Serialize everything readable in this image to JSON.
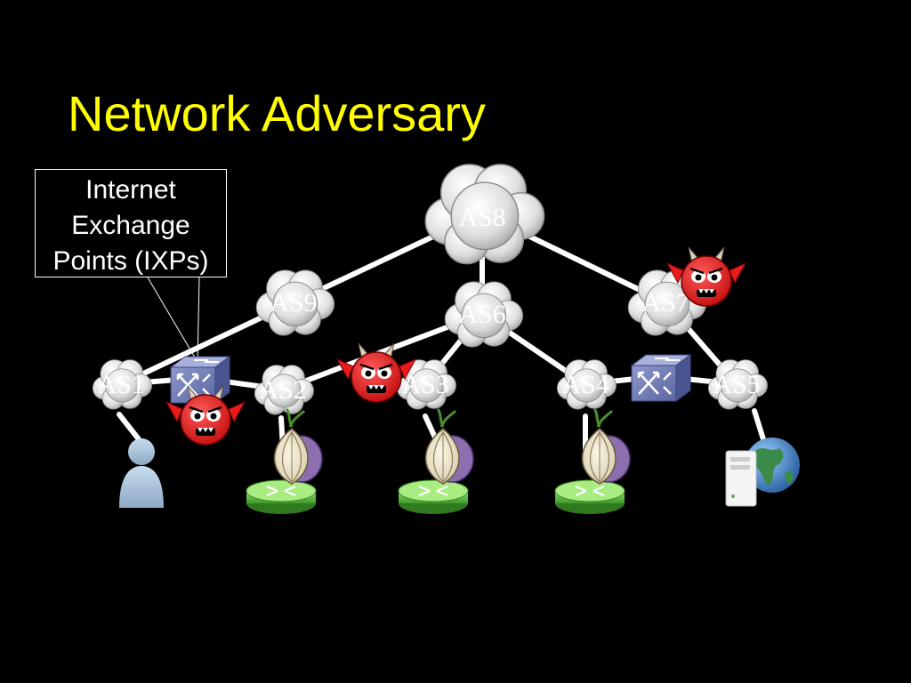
{
  "slide": {
    "title": "Network Adversary",
    "title_color": "#ffff00",
    "background": "#000000"
  },
  "callout": {
    "lines": [
      "Internet",
      "Exchange",
      "Points (IXPs)"
    ]
  },
  "autonomous_systems": [
    {
      "id": "as8",
      "label": "AS8"
    },
    {
      "id": "as9",
      "label": "AS9"
    },
    {
      "id": "as6",
      "label": "AS6"
    },
    {
      "id": "as7",
      "label": "AS7"
    },
    {
      "id": "as1",
      "label": "AS1"
    },
    {
      "id": "as2",
      "label": "AS2"
    },
    {
      "id": "as3",
      "label": "AS3"
    },
    {
      "id": "as4",
      "label": "AS4"
    },
    {
      "id": "as5",
      "label": "AS5"
    }
  ],
  "links": [
    [
      "as8",
      "as9"
    ],
    [
      "as8",
      "as6"
    ],
    [
      "as8",
      "as7"
    ],
    [
      "as9",
      "as1"
    ],
    [
      "as6",
      "as2"
    ],
    [
      "as6",
      "as3"
    ],
    [
      "as6",
      "as4"
    ],
    [
      "as7",
      "as5"
    ],
    [
      "as1",
      "ixp-1"
    ],
    [
      "ixp-1",
      "as2"
    ],
    [
      "as4",
      "ixp-2"
    ],
    [
      "ixp-2",
      "as5"
    ]
  ],
  "icons": {
    "cloud": "cloud-icon",
    "ixp_switch": "network-switch-icon",
    "adversary": "red-devil-icon",
    "tor_relay": "tor-onion-router-icon",
    "client": "user-icon",
    "destination": "web-server-globe-icon"
  },
  "adversaries": [
    "ixp-1",
    "as3",
    "as7"
  ],
  "tor_relays": [
    "as2",
    "as3",
    "as4"
  ],
  "colors": {
    "link": "#ffffff",
    "cloud": "#e6e6e6",
    "ixp": "#5e6aa8",
    "devil": "#e81c1c",
    "router": "#5cc23e",
    "onion": "#8d6fb0",
    "user": "#a8c0d8",
    "globe": "#3a8a5a"
  }
}
